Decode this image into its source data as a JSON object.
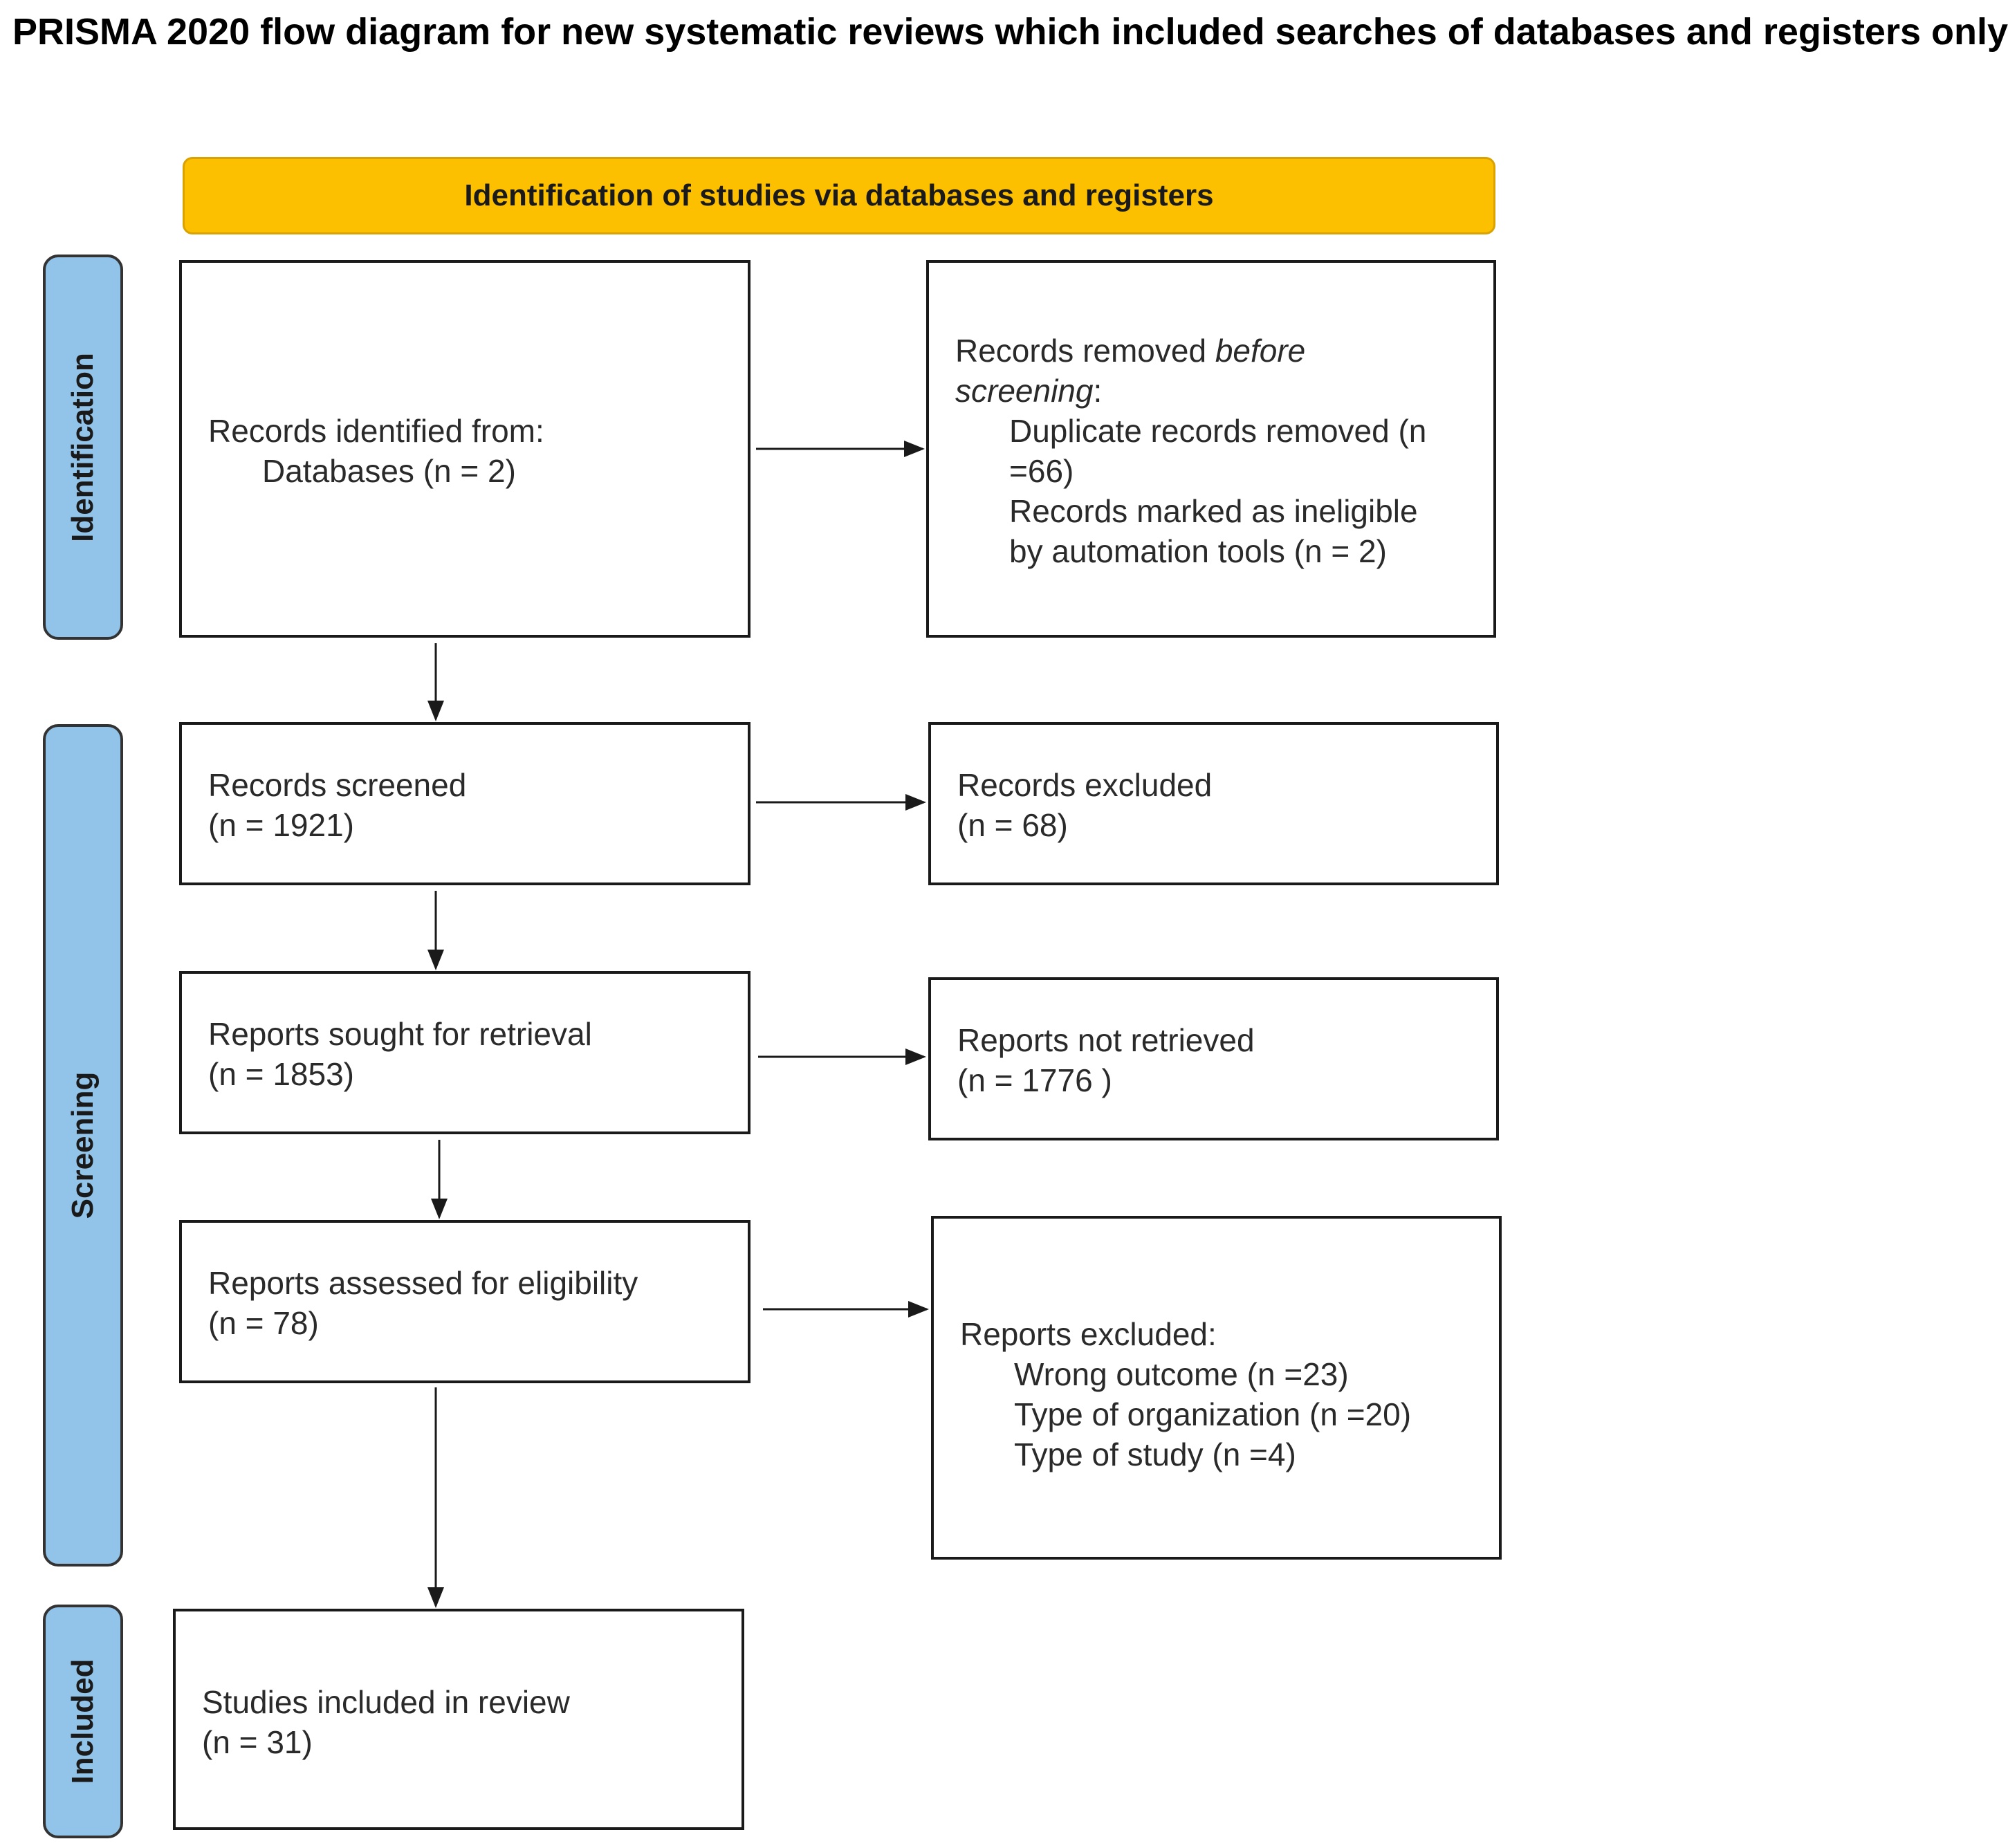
{
  "title": "PRISMA 2020 flow diagram for new systematic reviews which included searches of databases and registers only",
  "banner": "Identification of studies via databases and registers",
  "phases": {
    "identification": "Identification",
    "screening": "Screening",
    "included": "Included"
  },
  "boxes": {
    "records_identified": {
      "heading": "Records identified from:",
      "databases": "Databases (n = 2)"
    },
    "records_removed": {
      "heading_prefix": "Records removed ",
      "heading_italic": "before",
      "heading_italic2": "screening",
      "heading_suffix": ":",
      "duplicates_1": "Duplicate records removed  (n",
      "duplicates_2": "=66)",
      "ineligible_1": "Records marked as ineligible",
      "ineligible_2": "by automation tools (n = 2)"
    },
    "records_screened": {
      "label": "Records screened",
      "n": "(n = 1921)"
    },
    "records_excluded": {
      "label": "Records excluded",
      "n": "(n = 68)"
    },
    "reports_sought": {
      "label": "Reports sought for retrieval",
      "n": "(n = 1853)"
    },
    "reports_not_retrieved": {
      "label": "Reports not retrieved",
      "n": "(n = 1776 )"
    },
    "reports_assessed": {
      "label": "Reports assessed for eligibility",
      "n": "(n = 78)"
    },
    "reports_excluded": {
      "heading": "Reports excluded:",
      "reasons": [
        "Wrong outcome (n =23)",
        "Type of organization (n =20)",
        "Type of study (n =4)"
      ]
    },
    "studies_included": {
      "label": "Studies included in review",
      "n": "(n = 31)"
    }
  }
}
